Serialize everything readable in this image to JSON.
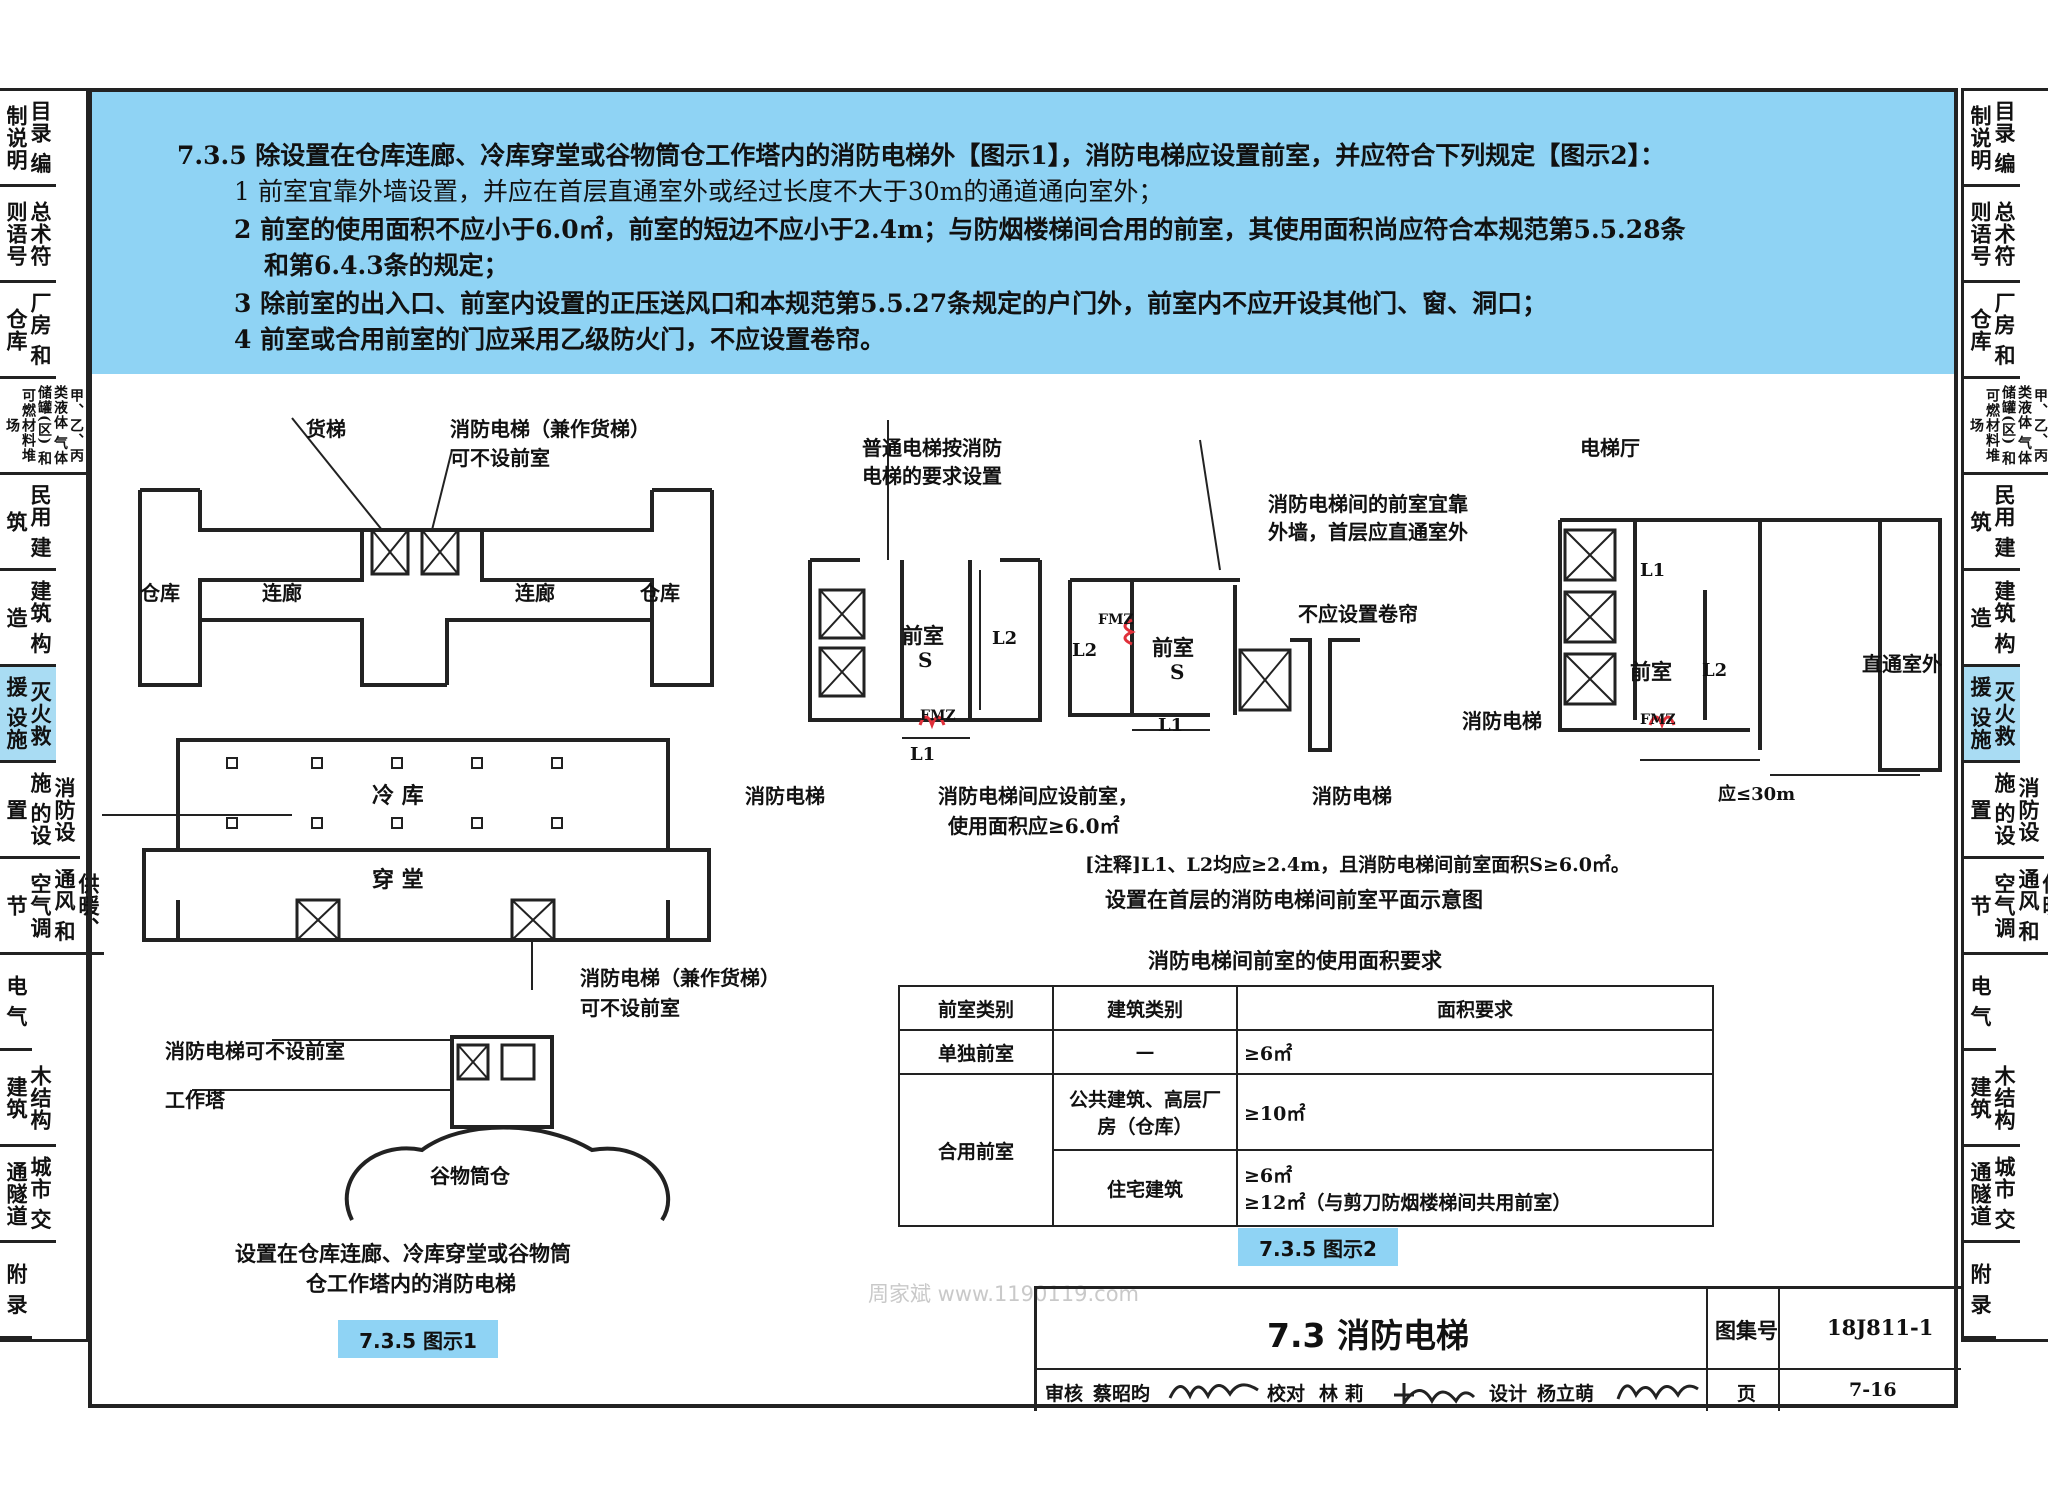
{
  "side_tabs": [
    {
      "text": "目录 编制说明",
      "small": false
    },
    {
      "text": "总术符 则语号",
      "small": false
    },
    {
      "text": "厂房 和仓库",
      "small": false
    },
    {
      "text": "甲、乙、丙类液体 气体储罐(区) 和可燃材料堆场",
      "small": true
    },
    {
      "text": "民用 建筑",
      "small": false
    },
    {
      "text": "建筑 构造",
      "small": false
    },
    {
      "text": "灭火救援 设施",
      "small": false,
      "active": true
    },
    {
      "text": "消防设施 的设置",
      "small": false
    },
    {
      "text": "供暖、通风 和空气调节",
      "small": false
    },
    {
      "text": "电 气",
      "small": false
    },
    {
      "text": "木结构 建筑",
      "small": false
    },
    {
      "text": "城市 交通隧道",
      "small": false
    },
    {
      "text": "附 录",
      "small": false
    }
  ],
  "header": {
    "line1": "7.3.5  除设置在仓库连廊、冷库穿堂或谷物筒仓工作塔内的消防电梯外【图示1】，消防电梯应设置前室，并应符合下列规定【图示2】：",
    "line2": "1  前室宜靠外墙设置，并应在首层直通室外或经过长度不大于30m的通道通向室外；",
    "line3": "2  前室的使用面积不应小于6.0㎡，前室的短边不应小于2.4m；与防烟楼梯间合用的前室，其使用面积尚应符合本规范第5.5.28条",
    "line3b": "和第6.4.3条的规定；",
    "line4": "3  除前室的出入口、前室内设置的正压送风口和本规范第5.5.27条规定的户门外，前室内不应开设其他门、窗、洞口；",
    "line5": "4  前室或合用前室的门应采用乙级防火门，不应设置卷帘。"
  },
  "figure1": {
    "label_freight": "货梯",
    "label_fire_elev_1": "消防电梯（兼作货梯）",
    "label_no_anteroom_1": "可不设前室",
    "label_warehouse": "仓库",
    "label_corridor": "连廊",
    "label_cold_store": "冷  库",
    "label_hall": "穿  堂",
    "label_fire_elev_2": "消防电梯（兼作货梯）",
    "label_no_anteroom_2": "可不设前室",
    "label_silo_no_anteroom": "消防电梯可不设前室",
    "label_work_tower": "工作塔",
    "label_silo": "谷物筒仓",
    "caption_line1": "设置在仓库连廊、冷库穿堂或谷物筒",
    "caption_line2": "仓工作塔内的消防电梯",
    "badge": "7.3.5  图示1"
  },
  "figure2": {
    "label_ordinary_elev_1": "普通电梯按消防",
    "label_ordinary_elev_2": "电梯的要求设置",
    "label_anteroom": "前室",
    "label_s": "S",
    "label_l1": "L1",
    "label_l2": "L2",
    "label_fmz": "FMZ",
    "label_fire_elevator": "消防电梯",
    "label_should_anteroom_1": "消防电梯间应设前室，",
    "label_should_anteroom_2": "使用面积应≥6.0㎡",
    "label_exterior_1": "消防电梯间的前室宜靠",
    "label_exterior_2": "外墙，首层应直通室外",
    "label_no_shutter": "不应设置卷帘",
    "label_elevator_hall": "电梯厅",
    "label_direct_outdoor": "直通室外",
    "label_within_30": "应≤30m",
    "note": "[注释]L1、L2均应≥2.4m，且消防电梯间前室面积S≥6.0㎡。",
    "plan_caption": "设置在首层的消防电梯间前室平面示意图",
    "table_title": "消防电梯间前室的使用面积要求",
    "table_headers": [
      "前室类别",
      "建筑类别",
      "面积要求"
    ],
    "row1": [
      "单独前室",
      "—",
      "≥6㎡"
    ],
    "row2_cat": "合用前室",
    "row2a_build": "公共建筑、高层厂房（仓库）",
    "row2a_area": "≥10㎡",
    "row2b_build": "住宅建筑",
    "row2b_area1": "≥6㎡",
    "row2b_area2": "≥12㎡（与剪刀防烟楼梯间共用前室）",
    "badge": "7.3.5  图示2"
  },
  "watermark": "周家斌  www.1190119.com",
  "title_block": {
    "title": "7.3  消防电梯",
    "atlas_label": "图集号",
    "atlas_no": "18J811-1",
    "review_label": "审核",
    "reviewer": "蔡昭昀",
    "check_label": "校对",
    "checker": "林  莉",
    "design_label": "设计",
    "designer": "杨立萌",
    "page_label": "页",
    "page_no": "7-16"
  },
  "colors": {
    "accent_blue": "#8fd3f4",
    "fmz_red": "#e0303a",
    "line": "#222222"
  }
}
